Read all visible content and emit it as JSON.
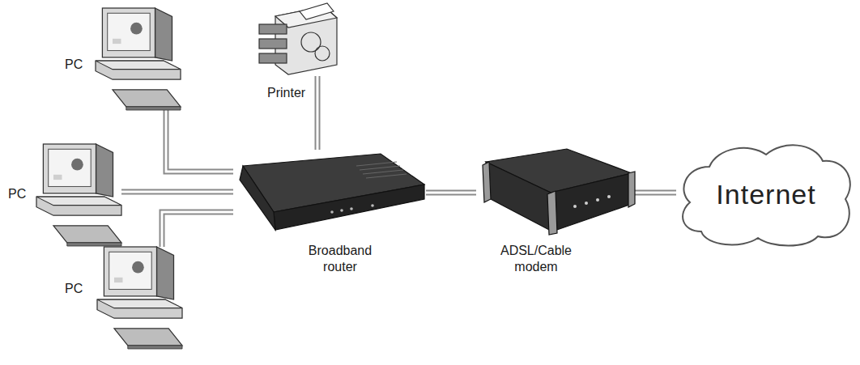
{
  "diagram": {
    "nodes": [
      {
        "text": [
          "PC"
        ]
      },
      {
        "text": [
          "PC"
        ]
      },
      {
        "text": [
          "PC"
        ]
      },
      {
        "text": [
          "Printer"
        ]
      },
      {
        "text": [
          "Broadband router"
        ]
      },
      {
        "text": [
          "ADSL/Cable modem"
        ]
      },
      {
        "text": [
          "Internet"
        ]
      }
    ],
    "edges": [
      {
        "from": 0,
        "to": 4,
        "arrow": "none"
      },
      {
        "from": 1,
        "to": 4,
        "arrow": "none"
      },
      {
        "from": 2,
        "to": 4,
        "arrow": "none"
      },
      {
        "from": 3,
        "to": 4,
        "arrow": "none"
      },
      {
        "from": 4,
        "to": 5,
        "arrow": "none"
      },
      {
        "from": 5,
        "to": 6,
        "arrow": "none"
      }
    ]
  }
}
